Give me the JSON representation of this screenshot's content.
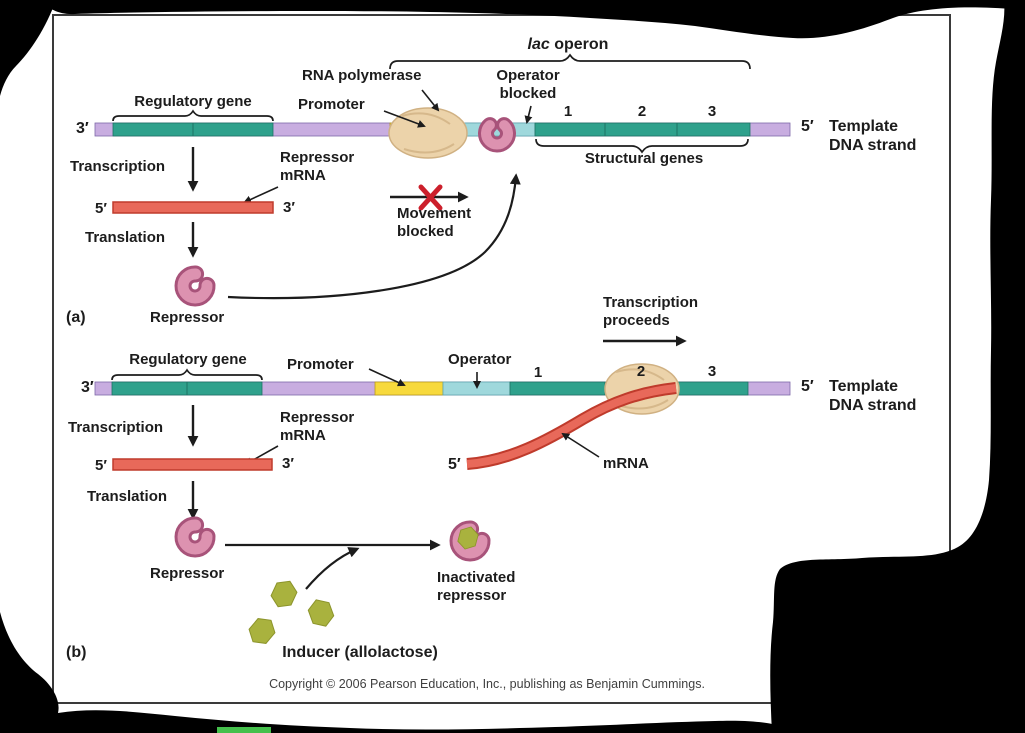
{
  "labels": {
    "five_prime": "5′",
    "three_prime": "3′",
    "template": [
      "Template",
      "DNA strand"
    ]
  },
  "panel_a": {
    "panel_label": "(a)",
    "lac_italic": "lac",
    "lac_rest": " operon",
    "rna_polymerase": "RNA polymerase",
    "promoter": "Promoter",
    "operator_blocked": [
      "Operator",
      "blocked"
    ],
    "regulatory_gene": "Regulatory gene",
    "structural_genes": "Structural genes",
    "gene_numbers": [
      "1",
      "2",
      "3"
    ],
    "transcription": "Transcription",
    "translation": "Translation",
    "repressor_mrna": [
      "Repressor",
      "mRNA"
    ],
    "repressor": "Repressor",
    "movement_blocked": [
      "Movement",
      "blocked"
    ]
  },
  "panel_b": {
    "panel_label": "(b)",
    "regulatory_gene": "Regulatory gene",
    "promoter": "Promoter",
    "operator": "Operator",
    "gene_numbers": [
      "1",
      "2",
      "3"
    ],
    "transcription_proceeds": [
      "Transcription",
      "proceeds"
    ],
    "transcription": "Transcription",
    "translation": "Translation",
    "repressor_mrna": [
      "Repressor",
      "mRNA"
    ],
    "repressor": "Repressor",
    "mrna": "mRNA",
    "inactivated_repressor": [
      "Inactivated",
      "repressor"
    ],
    "inducer": "Inducer (allolactose)"
  },
  "footer": {
    "copyright": "Copyright © 2006 Pearson Education, Inc., publishing as Benjamin Cummings."
  },
  "colors": {
    "strand_purple": "#c8ade0",
    "gene_teal": "#2fa18c",
    "promoter_yellow": "#f7d93c",
    "operator_blue": "#9fd8dc",
    "mrna_red": "#e8695a",
    "mrna_red_edge": "#bf3b2c",
    "repressor_pink": "#dd92b0",
    "repressor_pink_edge": "#a8537a",
    "polymerase_tan": "#ecd3aa",
    "inducer_olive": "#a9b23e",
    "blocked_x_red": "#cc1f2b",
    "bottom_green": "#45c04c"
  }
}
